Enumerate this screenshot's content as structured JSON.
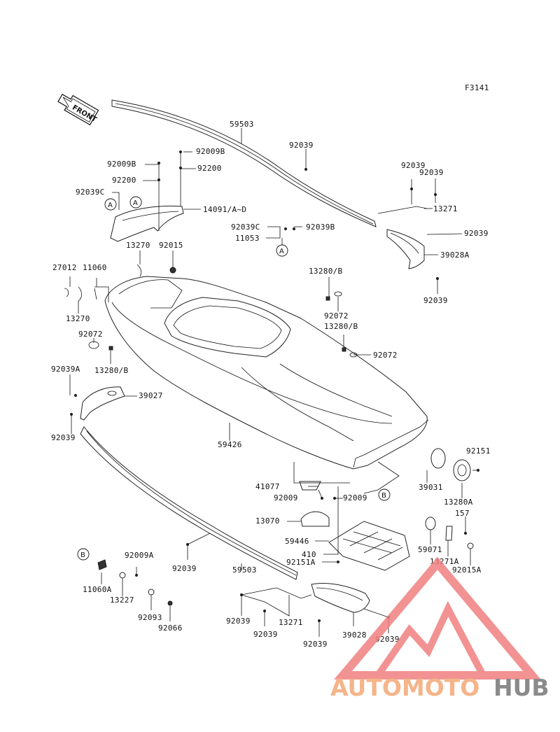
{
  "figure_id": "F3141",
  "front_label": "FRONT",
  "ref_markers": [
    "A",
    "B"
  ],
  "parts": [
    "59503",
    "92039",
    "92009B",
    "92200",
    "92039C",
    "14091/A~D",
    "92039B",
    "11053",
    "13271",
    "39028A",
    "13270",
    "92015",
    "27012",
    "11060",
    "13280/B",
    "92072",
    "92039A",
    "39027",
    "59426",
    "39031",
    "92151",
    "13280A",
    "41077",
    "92009",
    "13070",
    "59446",
    "410",
    "92151A",
    "59071",
    "157",
    "13271A",
    "92015A",
    "92009A",
    "11060A",
    "13227",
    "92093",
    "92066",
    "39028"
  ],
  "watermark": {
    "text_left": "AUTOMOTO",
    "text_right": "HUB",
    "color_left": "#f5b48a",
    "color_right": "#8a8a8a",
    "logo_color": "#f08080"
  }
}
